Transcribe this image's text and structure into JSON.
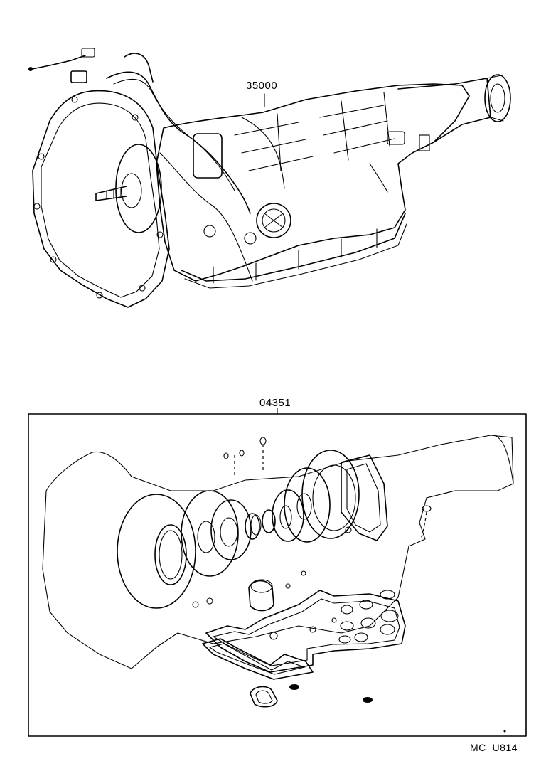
{
  "parts": {
    "transmission_assembly": {
      "part_no": "35000"
    },
    "overhaul_gasket_kit": {
      "part_no": "04351"
    }
  },
  "illustration_code": "MC  U814"
}
